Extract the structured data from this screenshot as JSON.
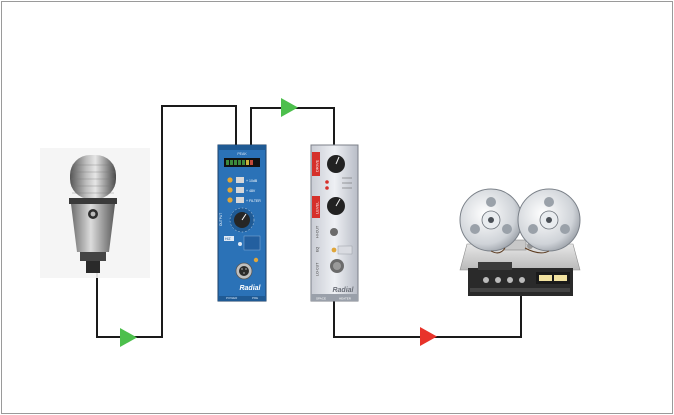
{
  "devices": {
    "microphone": {
      "icon": "ribbon-microphone-icon"
    },
    "preamp": {
      "icon": "radial-preamp-module-icon",
      "meter_label": "PEAK",
      "buttons": [
        "+ 10dB",
        "+ 48V",
        "+ FILTER"
      ],
      "drive_label": "OUTPUT",
      "hiz_label": "HIZ",
      "brand": "Radial",
      "footer_left": "POWER",
      "footer_right": "PRE"
    },
    "eq": {
      "icon": "radial-eq-module-icon",
      "section_labels": [
        "DRIVE",
        "LEVEL",
        "HI-CUT",
        "EQ",
        "LO-CUT"
      ],
      "brand": "Radial",
      "footer_left": "SPACE",
      "footer_right": "HEATER"
    },
    "tape_machine": {
      "icon": "reel-to-reel-tape-recorder-icon"
    }
  },
  "signal_flow": {
    "arrows": [
      {
        "from": "microphone",
        "to": "preamp",
        "color": "#4cbf4c"
      },
      {
        "from": "preamp",
        "to": "eq",
        "color": "#4cbf4c"
      },
      {
        "from": "eq",
        "to": "tape_machine",
        "color": "#e8332a"
      }
    ],
    "wire_color": "#1a1a1a"
  }
}
